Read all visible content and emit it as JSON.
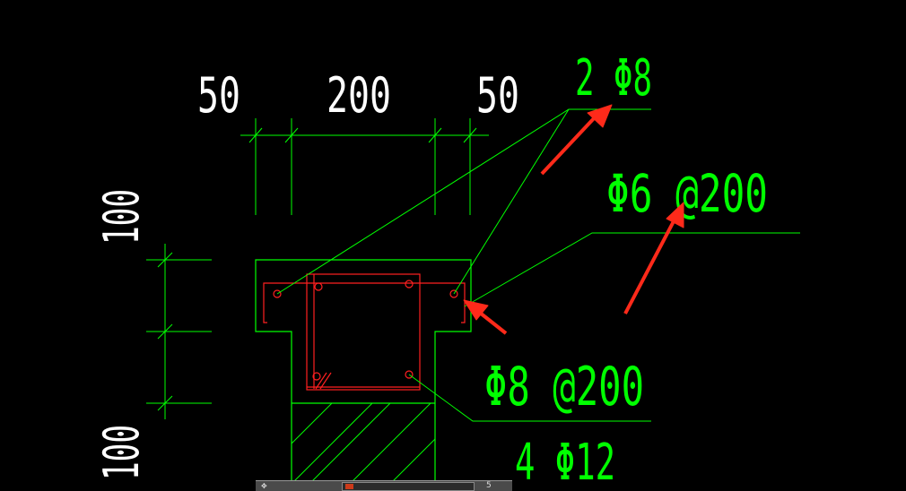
{
  "dimensions": {
    "top": [
      "50",
      "200",
      "50"
    ],
    "left": [
      "100",
      "100"
    ]
  },
  "callouts": {
    "top_bars": "2 Φ8",
    "stirrup_top": "Φ6 @200",
    "stirrup_beam": "Φ8 @200",
    "bottom_bars": "4 Φ12"
  },
  "colors": {
    "background": "#000000",
    "dimension_text": "#ffffff",
    "linework": "#00ff00",
    "rebar": "#ff2020",
    "arrow": "#ff2a1a"
  },
  "statusbar": {
    "icon": "pan-icon",
    "end_label": "5"
  }
}
